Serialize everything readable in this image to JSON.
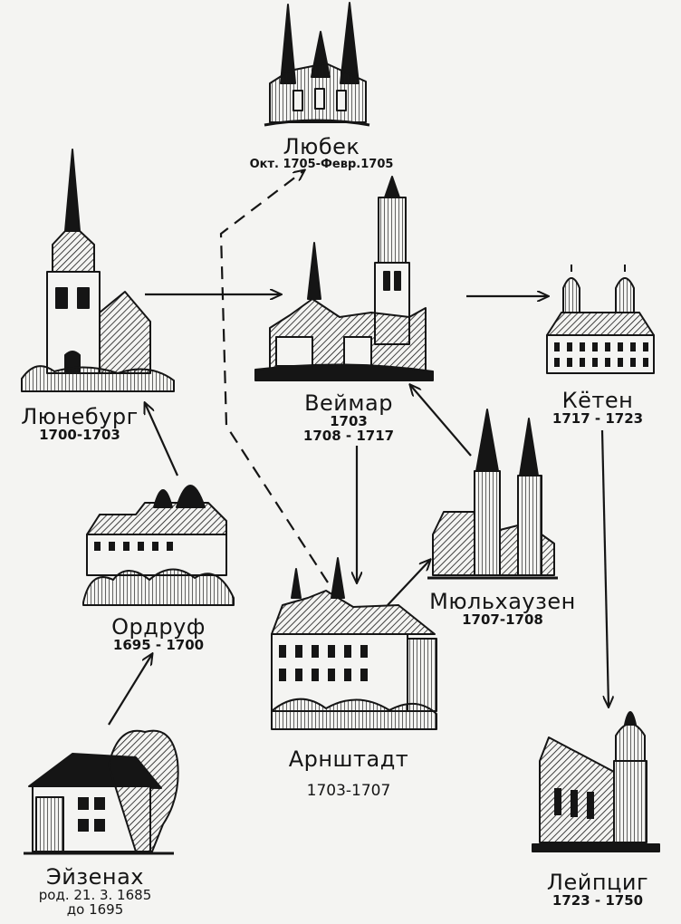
{
  "nodes": [
    {
      "id": "lubeck",
      "name": "Любек",
      "dates": [
        "Окт. 1705-Февр.1705"
      ]
    },
    {
      "id": "luneburg",
      "name": "Люнебург",
      "dates": [
        "1700-1703"
      ]
    },
    {
      "id": "weimar",
      "name": "Веймар",
      "dates": [
        "1703",
        "1708 - 1717"
      ]
    },
    {
      "id": "koethen",
      "name": "Кётен",
      "dates": [
        "1717 - 1723"
      ]
    },
    {
      "id": "ohrdruf",
      "name": "Ордруф",
      "dates": [
        "1695 - 1700"
      ]
    },
    {
      "id": "muehlhausen",
      "name": "Мюльхаузен",
      "dates": [
        "1707-1708"
      ]
    },
    {
      "id": "arnstadt",
      "name": "Арнштадт",
      "dates": [
        "1703-1707"
      ]
    },
    {
      "id": "eisenach",
      "name": "Эйзенах",
      "dates": [
        "род. 21. 3. 1685",
        "до 1695"
      ]
    },
    {
      "id": "leipzig",
      "name": "Лейпциг",
      "dates": [
        "1723 - 1750"
      ]
    }
  ],
  "edges": [
    {
      "from": "eisenach",
      "to": "ohrdruf",
      "style": "solid"
    },
    {
      "from": "ohrdruf",
      "to": "luneburg",
      "style": "solid"
    },
    {
      "from": "luneburg",
      "to": "weimar",
      "style": "solid"
    },
    {
      "from": "weimar",
      "to": "arnstadt",
      "style": "solid"
    },
    {
      "from": "arnstadt",
      "to": "muehlhausen",
      "style": "solid"
    },
    {
      "from": "muehlhausen",
      "to": "weimar",
      "style": "solid"
    },
    {
      "from": "weimar",
      "to": "koethen",
      "style": "solid"
    },
    {
      "from": "koethen",
      "to": "leipzig",
      "style": "solid"
    },
    {
      "from": "arnstadt",
      "to": "lubeck",
      "style": "dashed"
    }
  ],
  "colors": {
    "ink": "#151515",
    "paper": "#f4f4f2"
  }
}
